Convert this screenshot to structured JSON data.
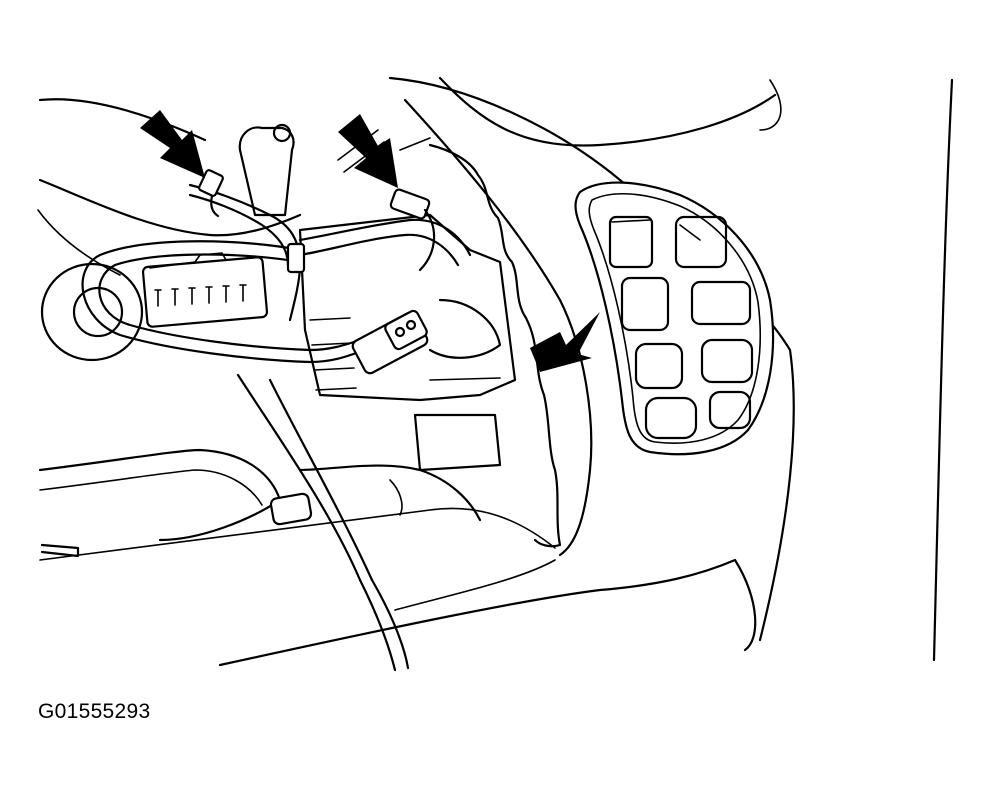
{
  "figure": {
    "id_label": "G01555293",
    "parts": [
      "wiring-harness",
      "harness-clip-left",
      "harness-clip-center",
      "multi-pin-connector",
      "two-pin-connector",
      "steering-wheel-switch-pad",
      "switch-pad-buttons"
    ],
    "callout_arrows": 3,
    "switch_buttons": 8
  }
}
